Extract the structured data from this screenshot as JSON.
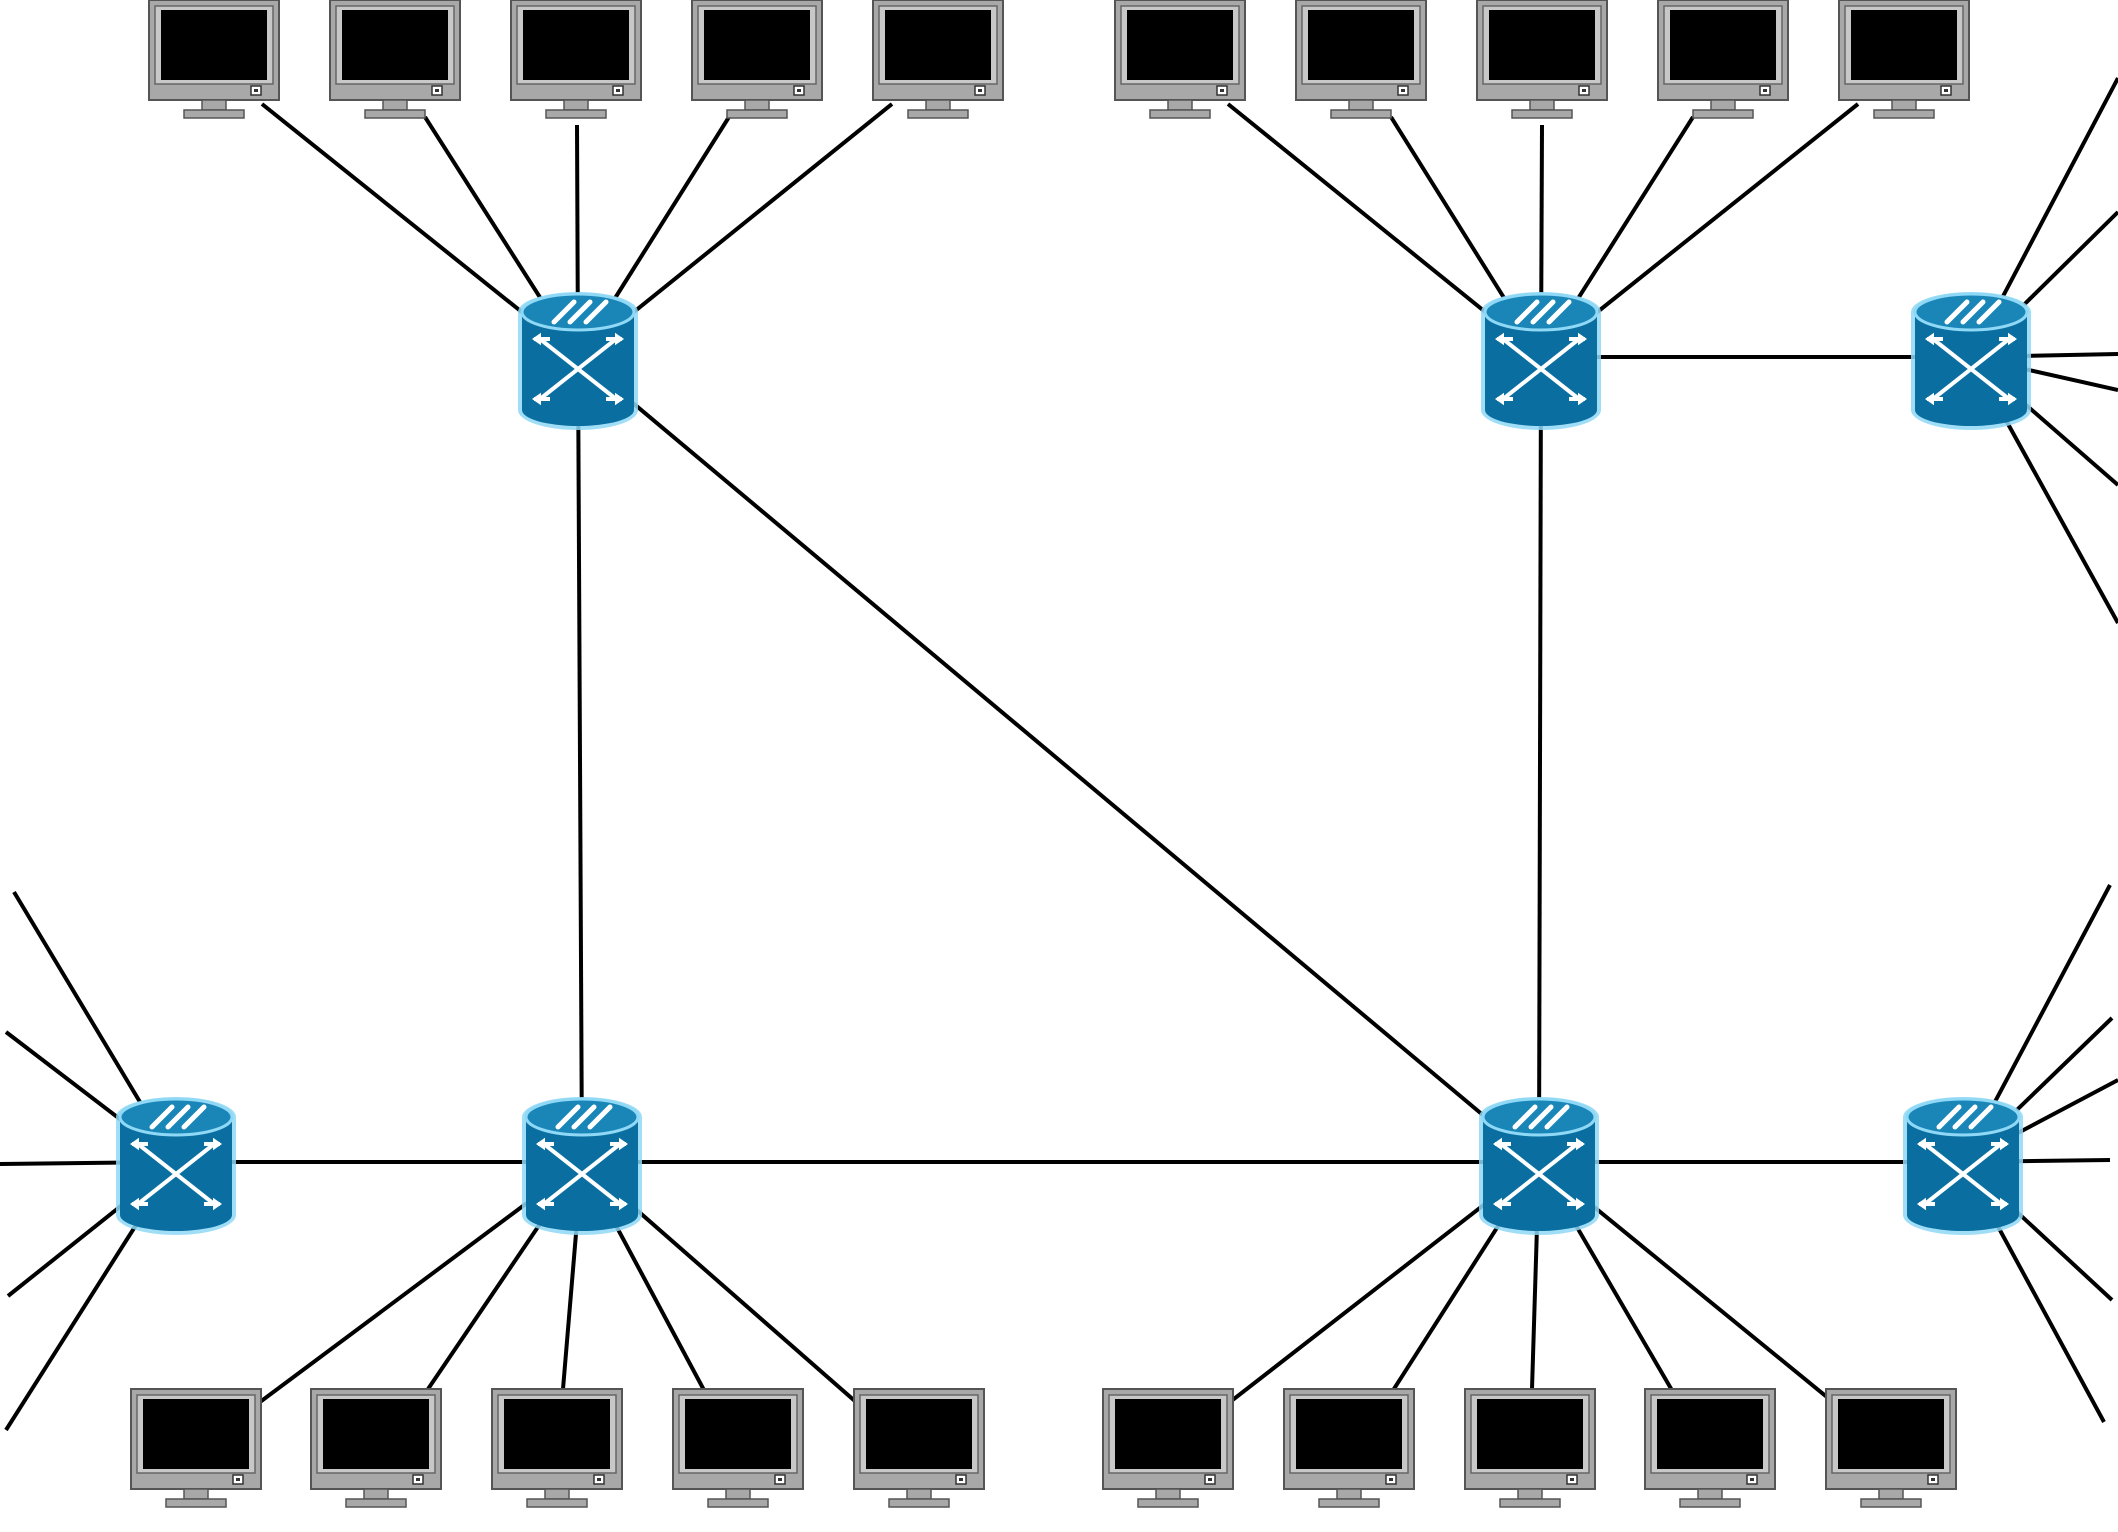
{
  "diagram": {
    "type": "network-topology",
    "background_color": "#ffffff",
    "link_color": "#000000",
    "switch_color": "#0a6fa0",
    "switch_glow_color": "#8fd8f6",
    "monitor_bezel_color": "#a8a8a8",
    "monitor_screen_color": "#000000",
    "switches": [
      {
        "id": "sw-top-left",
        "icon": "network-switch-icon"
      },
      {
        "id": "sw-top-center",
        "icon": "network-switch-icon"
      },
      {
        "id": "sw-top-right",
        "icon": "network-switch-icon"
      },
      {
        "id": "sw-bottom-far-left",
        "icon": "network-switch-icon"
      },
      {
        "id": "sw-bottom-left",
        "icon": "network-switch-icon"
      },
      {
        "id": "sw-bottom-center",
        "icon": "network-switch-icon"
      },
      {
        "id": "sw-bottom-right",
        "icon": "network-switch-icon"
      }
    ],
    "computer_groups": [
      {
        "id": "group-top-left",
        "switch": "sw-top-left",
        "count": 5,
        "icon": "computer-monitor-icon"
      },
      {
        "id": "group-top-center",
        "switch": "sw-top-center",
        "count": 5,
        "icon": "computer-monitor-icon"
      },
      {
        "id": "group-bottom-left",
        "switch": "sw-bottom-left",
        "count": 5,
        "icon": "computer-monitor-icon"
      },
      {
        "id": "group-bottom-center",
        "switch": "sw-bottom-center",
        "count": 5,
        "icon": "computer-monitor-icon"
      }
    ],
    "switch_links": [
      [
        "sw-top-left",
        "sw-bottom-left"
      ],
      [
        "sw-top-left",
        "sw-bottom-center"
      ],
      [
        "sw-top-center",
        "sw-bottom-center"
      ],
      [
        "sw-top-center",
        "sw-top-right"
      ],
      [
        "sw-bottom-far-left",
        "sw-bottom-left"
      ],
      [
        "sw-bottom-left",
        "sw-bottom-center"
      ],
      [
        "sw-bottom-center",
        "sw-bottom-right"
      ]
    ],
    "offpage_links": [
      {
        "switch": "sw-top-right",
        "count": 6
      },
      {
        "switch": "sw-bottom-far-left",
        "count": 5
      },
      {
        "switch": "sw-bottom-right",
        "count": 6
      }
    ]
  }
}
